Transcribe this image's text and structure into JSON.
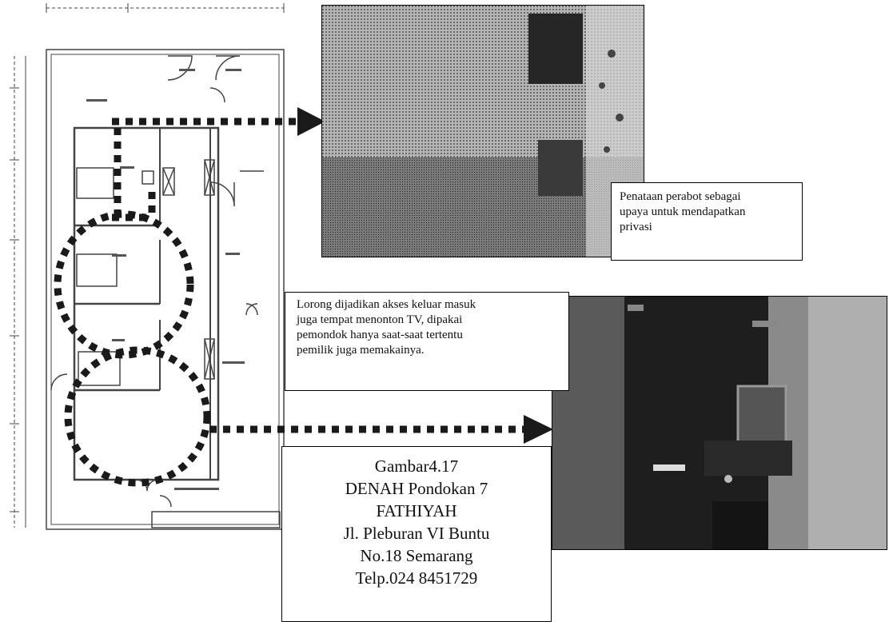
{
  "figure": {
    "caption_lines": [
      "Gambar4.17",
      "DENAH Pondokan 7",
      "FATHIYAH",
      "Jl. Pleburan VI Buntu",
      "No.18 Semarang",
      "Telp.024 8451729"
    ]
  },
  "callouts": {
    "privacy": {
      "lines": [
        "Penataan perabot sebagai",
        "upaya untuk mendapatkan",
        "privasi"
      ]
    },
    "corridor": {
      "lines": [
        "Lorong dijadikan akses keluar masuk",
        "juga tempat menonton TV, dipakai",
        "pemondok hanya saat-saat tertentu",
        "pemilik juga memakainya."
      ]
    }
  },
  "colors": {
    "annotation": "#1a1a1a",
    "plan_line": "#444444",
    "photo_light": "#bdbdbd",
    "photo_dark": "#3a3a3a"
  }
}
